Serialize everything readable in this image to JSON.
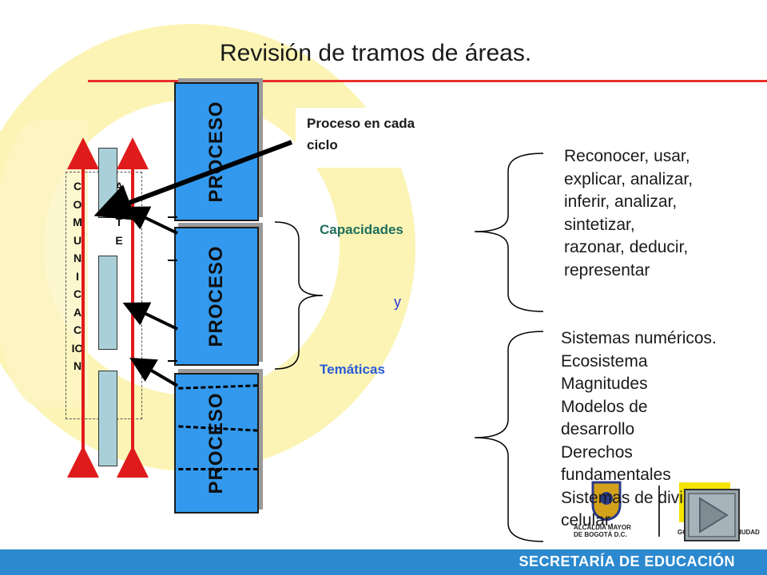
{
  "slide": {
    "title": "Revisión de  tramos de áreas.",
    "callout": [
      "Proceso en cada",
      "ciclo"
    ],
    "process_labels": [
      "PROCESO",
      "PROCESO",
      "PROCESO"
    ],
    "capacidades_label": "Capacidades",
    "y_label": "y",
    "tematicas_label": "Temáticas",
    "capacidades_list": [
      "Reconocer, usar,",
      "explicar, analizar,",
      "inferir, analizar,",
      "sintetizar,",
      "razonar, deducir,",
      "representar"
    ],
    "tematicas_list": [
      "Sistemas numéricos.",
      "Ecosistema",
      "Magnitudes",
      "Modelos de",
      "desarrollo",
      "Derechos",
      "fundamentales",
      "Sistemas de división",
      "celular."
    ],
    "vertical_col_1": [
      "C",
      "O",
      "M",
      "U",
      "N",
      "I",
      "C",
      "A",
      "C",
      "IO",
      "N"
    ],
    "vertical_col_2": [
      "A",
      "R",
      "T",
      "E"
    ],
    "footer": "SECRETARÍA DE EDUCACIÓN",
    "logo_alcaldia": [
      "ALCALDÍA MAYOR",
      "DE BOGOTÁ D.C."
    ],
    "logo_gobierno": "GOBIERNO DE LA CIUDAD"
  },
  "colors": {
    "process_fill": "#3399ee",
    "red_arrow": "#e01b1b",
    "title_rule": "#e8302a",
    "footer_bar": "#2c89cf",
    "decor_yellow": "#fbf3ad"
  },
  "icons": [
    "arrow-icon",
    "brace-icon",
    "shield-icon",
    "next-slide-icon"
  ]
}
